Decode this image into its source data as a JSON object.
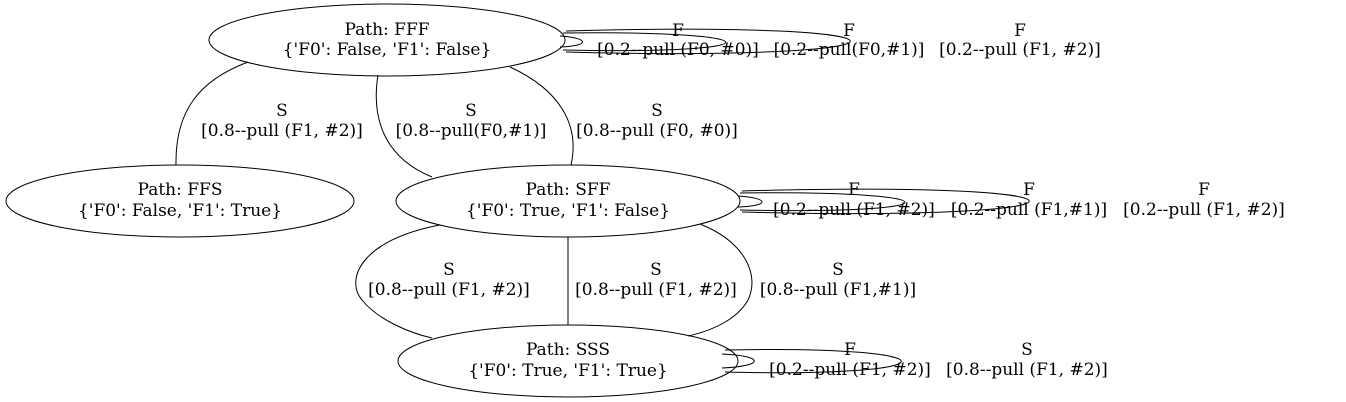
{
  "nodes": {
    "fff": {
      "title": "Path: FFF",
      "state": "{'F0': False, 'F1': False}"
    },
    "ffs": {
      "title": "Path: FFS",
      "state": "{'F0': False, 'F1': True}"
    },
    "sff": {
      "title": "Path: SFF",
      "state": "{'F0': True, 'F1': False}"
    },
    "sss": {
      "title": "Path: SSS",
      "state": "{'F0': True, 'F1': True}"
    }
  },
  "edges": {
    "fff_loop_1": {
      "outcome": "F",
      "action": "[0.2--pull (F0, #0)]"
    },
    "fff_loop_2": {
      "outcome": "F",
      "action": "[0.2--pull(F0,#1)]"
    },
    "fff_loop_3": {
      "outcome": "F",
      "action": "[0.2--pull (F1, #2)]"
    },
    "fff_to_ffs": {
      "outcome": "S",
      "action": "[0.8--pull (F1, #2)]"
    },
    "fff_to_sff_1": {
      "outcome": "S",
      "action": "[0.8--pull(F0,#1)]"
    },
    "fff_to_sff_2": {
      "outcome": "S",
      "action": "[0.8--pull (F0, #0)]"
    },
    "sff_loop_1": {
      "outcome": "F",
      "action": "[0.2--pull (F1, #2)]"
    },
    "sff_loop_2": {
      "outcome": "F",
      "action": "[0.2--pull (F1,#1)]"
    },
    "sff_loop_3": {
      "outcome": "F",
      "action": "[0.2--pull (F1, #2)]"
    },
    "sff_to_sss_1": {
      "outcome": "S",
      "action": "[0.8--pull (F1, #2)]"
    },
    "sff_to_sss_2": {
      "outcome": "S",
      "action": "[0.8--pull (F1, #2)]"
    },
    "sff_to_sss_3": {
      "outcome": "S",
      "action": "[0.8--pull (F1,#1)]"
    },
    "sss_loop_1": {
      "outcome": "F",
      "action": "[0.2--pull (F1, #2)]"
    },
    "sss_loop_2": {
      "outcome": "S",
      "action": "[0.8--pull (F1, #2)]"
    }
  }
}
